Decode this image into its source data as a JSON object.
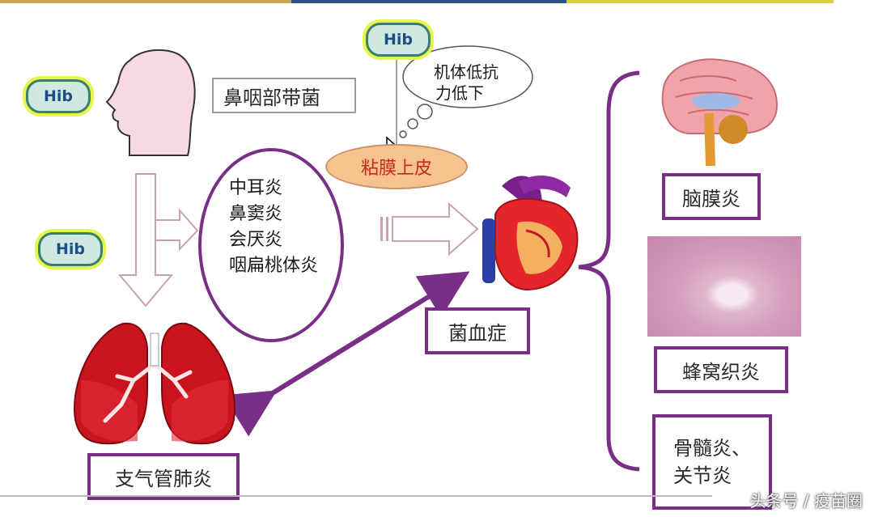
{
  "hib_label": "Hib",
  "carrier_label": "鼻咽部带菌",
  "thought_text": [
    "机体低抗",
    "力低下"
  ],
  "mucosa_label": "粘膜上皮",
  "ear_infections": [
    "中耳炎",
    "鼻窦炎",
    "会厌炎",
    "咽扁桃体炎"
  ],
  "bacteremia_label": "菌血症",
  "bronchopneumonia_label": "支气管肺炎",
  "meningitis_label": "脑膜炎",
  "cellulitis_label": "蜂窝织炎",
  "osteomyelitis_lines": [
    "骨髓炎、",
    "关节炎"
  ],
  "watermark": "头条号 / 疫苗圈",
  "colors": {
    "box_border": "#7a2f86",
    "arrow_purple": "#7a2f86",
    "hib_fill": "#cfe8e2",
    "hib_glow": "#e8f54a",
    "head_fill": "#f7d9e2",
    "lung_red": "#c9141f",
    "mucosa_fill": "#f6c28e",
    "mucosa_text": "#c8281c"
  }
}
